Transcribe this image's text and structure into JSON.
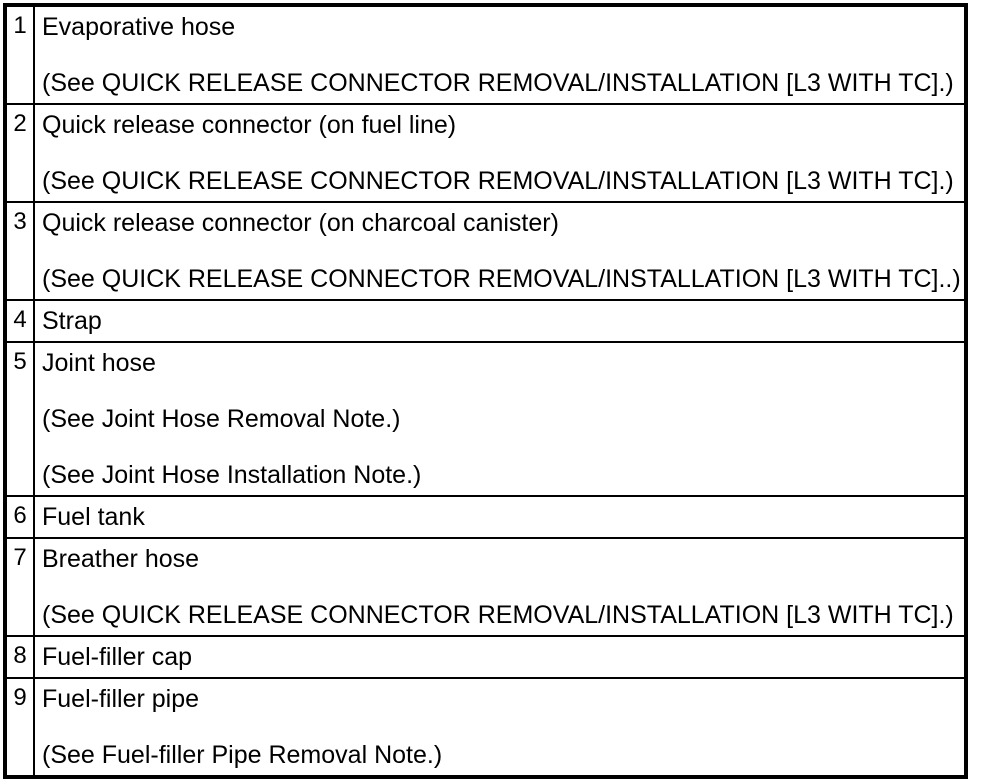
{
  "table": {
    "rows": [
      {
        "num": "1",
        "lines": [
          "Evaporative hose",
          "(See QUICK RELEASE CONNECTOR REMOVAL/INSTALLATION [L3 WITH TC].)"
        ]
      },
      {
        "num": "2",
        "lines": [
          "Quick release connector (on fuel line)",
          "(See QUICK RELEASE CONNECTOR REMOVAL/INSTALLATION [L3 WITH TC].)"
        ]
      },
      {
        "num": "3",
        "lines": [
          "Quick release connector (on charcoal canister)",
          "(See QUICK RELEASE CONNECTOR REMOVAL/INSTALLATION [L3 WITH TC]..)"
        ]
      },
      {
        "num": "4",
        "lines": [
          "Strap"
        ]
      },
      {
        "num": "5",
        "lines": [
          "Joint hose",
          "(See Joint Hose Removal Note.)",
          "(See Joint Hose Installation Note.)"
        ]
      },
      {
        "num": "6",
        "lines": [
          "Fuel tank"
        ]
      },
      {
        "num": "7",
        "lines": [
          "Breather hose",
          "(See QUICK RELEASE CONNECTOR REMOVAL/INSTALLATION [L3 WITH TC].)"
        ]
      },
      {
        "num": "8",
        "lines": [
          "Fuel-filler cap"
        ]
      },
      {
        "num": "9",
        "lines": [
          "Fuel-filler pipe",
          "(See Fuel-filler Pipe Removal Note.)"
        ]
      }
    ]
  }
}
